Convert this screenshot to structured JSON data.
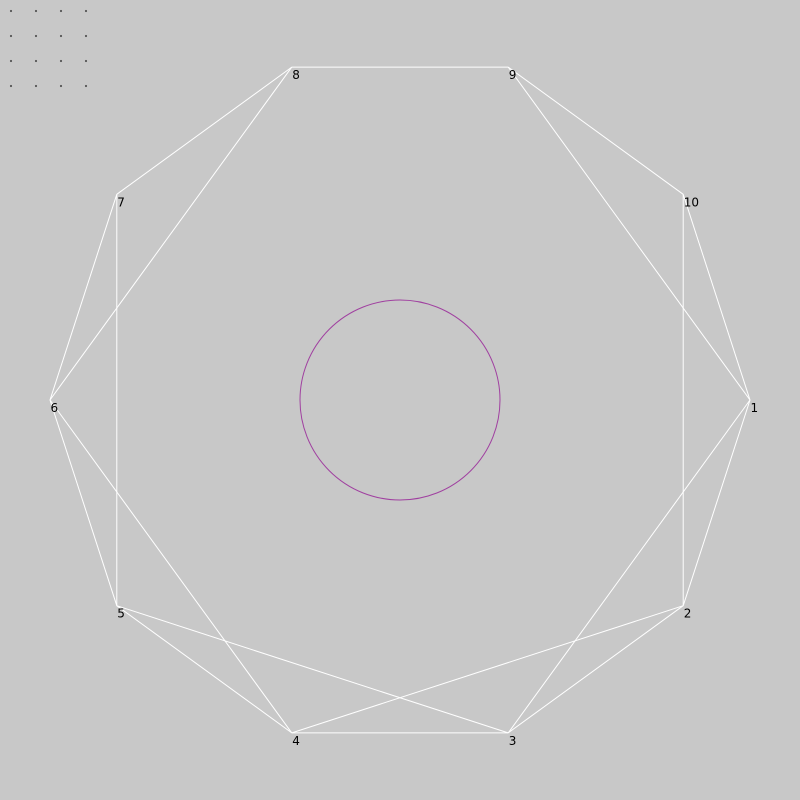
{
  "colors": {
    "background": "#c8c8c8",
    "edge": "#ffffff",
    "circle": "#a040a0",
    "grid_dot": "#555555",
    "label": "#000000"
  },
  "grid_dots": {
    "rows": 4,
    "cols": 4
  },
  "nodes": [
    {
      "id": "1",
      "label": "1"
    },
    {
      "id": "2",
      "label": "2"
    },
    {
      "id": "3",
      "label": "3"
    },
    {
      "id": "4",
      "label": "4"
    },
    {
      "id": "5",
      "label": "5"
    },
    {
      "id": "6",
      "label": "6"
    },
    {
      "id": "7",
      "label": "7"
    },
    {
      "id": "8",
      "label": "8"
    },
    {
      "id": "9",
      "label": "9"
    },
    {
      "id": "10",
      "label": "10"
    }
  ],
  "edges": [
    [
      "1",
      "2"
    ],
    [
      "1",
      "3"
    ],
    [
      "1",
      "9"
    ],
    [
      "1",
      "10"
    ],
    [
      "2",
      "4"
    ],
    [
      "2",
      "3"
    ],
    [
      "2",
      "10"
    ],
    [
      "3",
      "4"
    ],
    [
      "3",
      "5"
    ],
    [
      "4",
      "5"
    ],
    [
      "4",
      "6"
    ],
    [
      "5",
      "6"
    ],
    [
      "5",
      "7"
    ],
    [
      "6",
      "7"
    ],
    [
      "6",
      "8"
    ],
    [
      "7",
      "8"
    ],
    [
      "8",
      "9"
    ],
    [
      "9",
      "10"
    ]
  ]
}
